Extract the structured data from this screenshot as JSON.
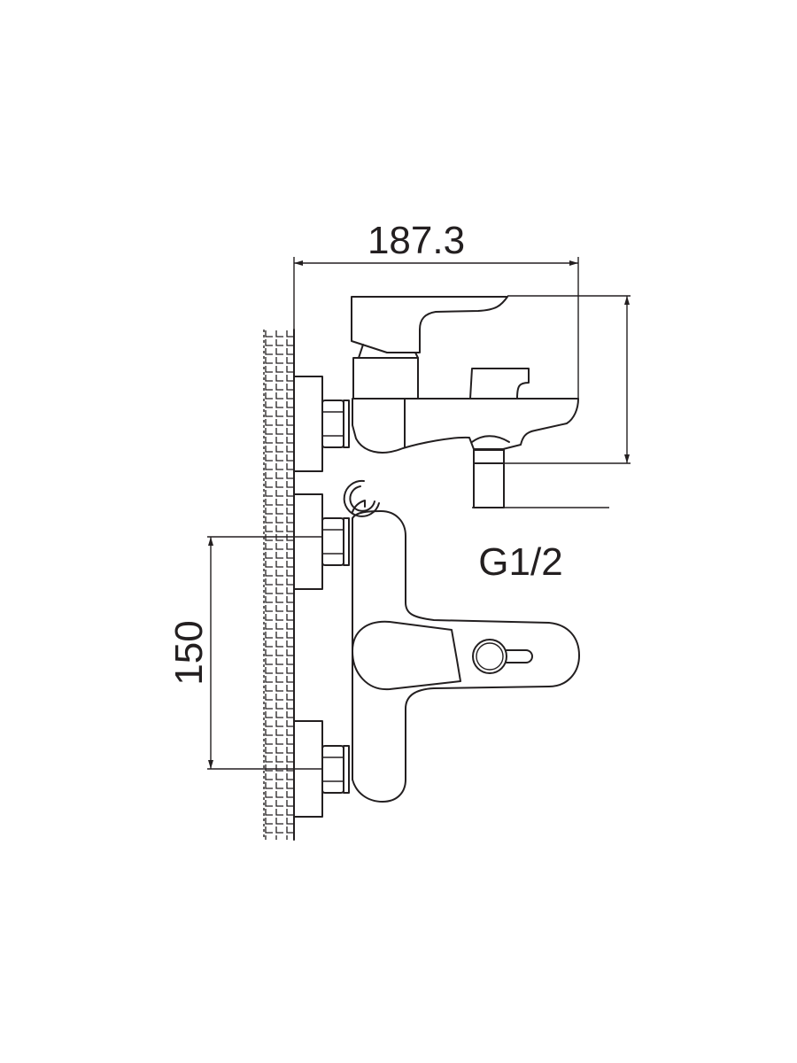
{
  "drawing": {
    "dimensions": {
      "overall_width": "187.3",
      "inlet_spacing": "150",
      "outlet_thread": "G1/2"
    },
    "line_color": "#231f20",
    "background": "#ffffff"
  }
}
